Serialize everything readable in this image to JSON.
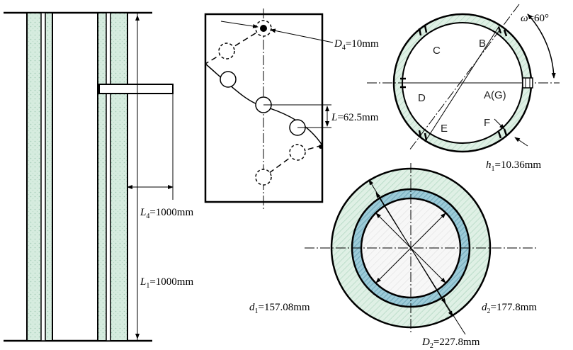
{
  "colors": {
    "insulation": "#d6ecdf",
    "inner_ring": "#8dc3d2",
    "fill_white": "#f7f7f7",
    "line": "#000000"
  },
  "labels": {
    "d4_sym": "D",
    "d4_sub": "4",
    "d4_val": "=10mm",
    "l_sym": "L",
    "l_val": "=62.5mm",
    "omega_sym": "ω",
    "omega_val": "=60°",
    "h1_sym": "h",
    "h1_sub": "1",
    "h1_val": "=10.36mm",
    "l4_sym": "L",
    "l4_sub": "4",
    "l4_val": "=1000mm",
    "l1_sym": "L",
    "l1_sub": "1",
    "l1_val": "=1000mm",
    "d1_sym": "d",
    "d1_sub": "1",
    "d1_val": "=157.08mm",
    "d2_sym": "d",
    "d2_sub": "2",
    "d2_val": "=177.8mm",
    "D2_sym": "D",
    "D2_sub": "2",
    "D2_val": "=227.8mm"
  },
  "points": {
    "A": "A(G)",
    "B": "B",
    "C": "C",
    "D": "D",
    "E": "E",
    "F": "F"
  }
}
